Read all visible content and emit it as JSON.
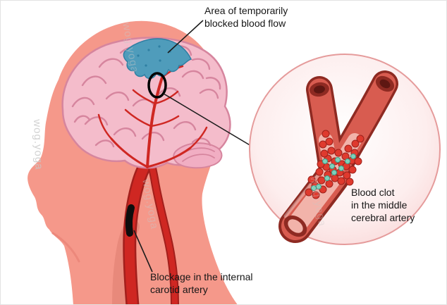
{
  "annotations": {
    "blocked_flow_lines": [
      "Area of temporarily",
      "blocked blood flow"
    ],
    "clot_lines": [
      "Blood clot",
      "in the middle",
      "cerebral artery"
    ],
    "blockage_lines": [
      "Blockage in the internal",
      "carotid artery"
    ]
  },
  "watermark": {
    "text": "wog.yoga"
  },
  "colors": {
    "skin": "#f5988a",
    "skin-shadow": "#ec887b",
    "brain": "#f4bccb",
    "brain-line": "#d6859e",
    "artery": "#cf2722",
    "artery-dark": "#a31f1c",
    "carotid-pale": "#e8897b",
    "blocked-area": "#4f9cbb",
    "blocked-area-dark": "#2f7fa3",
    "vessel-wall": "#d85c50",
    "vessel-dark": "#8e2a22",
    "lumen": "#f2b3aa",
    "cell-red": "#df3a2e",
    "cell-red-dark": "#9e211b",
    "platelet": "#7fd0ba",
    "platelet-dark": "#3e9c86",
    "inset-rim": "#e59b9b",
    "watermark": "#c8c8c8",
    "label-text": "#161616"
  }
}
